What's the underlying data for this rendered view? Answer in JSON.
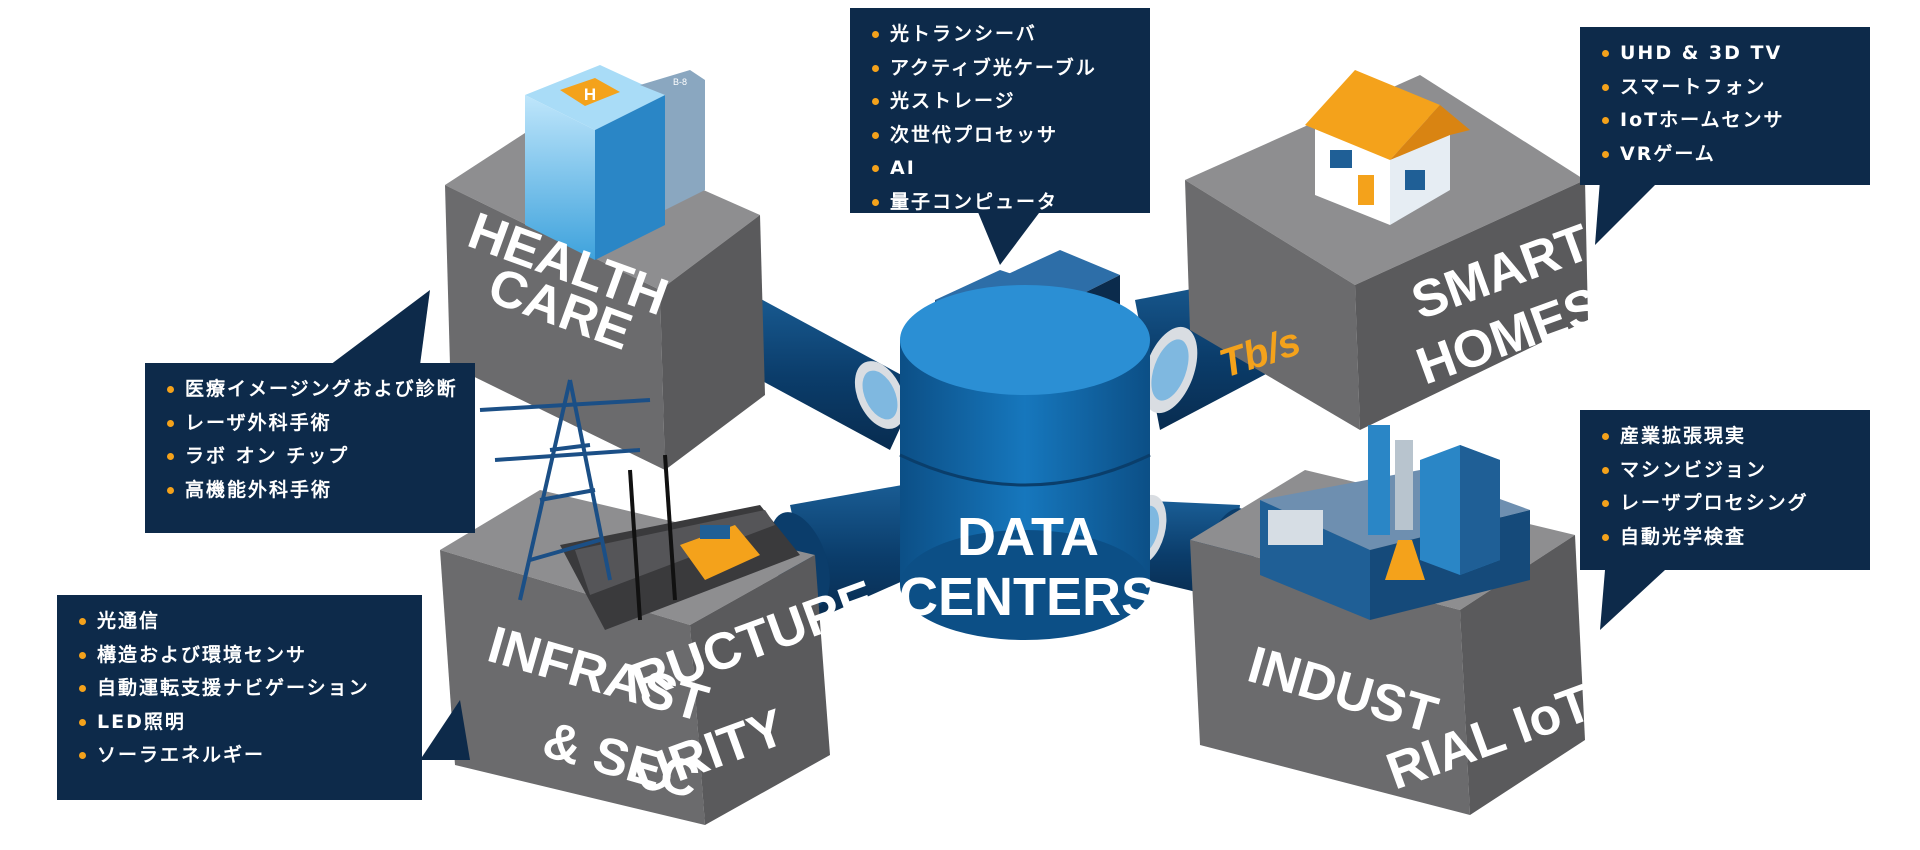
{
  "center": {
    "line1": "DATA",
    "line2": "CENTERS"
  },
  "link_label": "Tb/s",
  "sectors": {
    "health_care": {
      "line1": "HEALTH",
      "line2": "CARE"
    },
    "smart_homes": {
      "line1": "SMART",
      "line2": "HOMES"
    },
    "infrastructure": {
      "line1": "INFRAST",
      "line1b": "RUCTURE",
      "line2": "& SEC",
      "line2b": "URITY"
    },
    "industrial": {
      "line1": "INDUST",
      "line1b": "RIAL IoT"
    }
  },
  "icons": {
    "hospital_sign": "H",
    "hospital_tag": "B-8"
  },
  "callouts": {
    "data_centers": [
      "光トランシーバ",
      "アクティブ光ケーブル",
      "光ストレージ",
      "次世代プロセッサ",
      "AI",
      "量子コンピュータ"
    ],
    "smart_homes": [
      "UHD & 3D TV",
      "スマートフォン",
      "IoTホームセンサ",
      "VRゲーム"
    ],
    "health_care": [
      "医療イメージングおよび診断",
      "レーザ外科手術",
      "ラボ オン チップ",
      "高機能外科手術"
    ],
    "industrial": [
      "産業拡張現実",
      "マシンビジョン",
      "レーザプロセシング",
      "自動光学検査"
    ],
    "infrastructure": [
      "光通信",
      "構造および環境センサ",
      "自動運転支援ナビゲーション",
      "LED照明",
      "ソーラエネルギー"
    ]
  },
  "colors": {
    "callout_bg": "#0d2a4a",
    "bullet": "#f4a21b",
    "cube_top": "#8e8e90",
    "cube_left": "#6b6b6d",
    "cube_right": "#5a5a5c",
    "drum": "#0f5c9a",
    "cable": "#0b3d6b",
    "tbs": "#f4a21b"
  }
}
